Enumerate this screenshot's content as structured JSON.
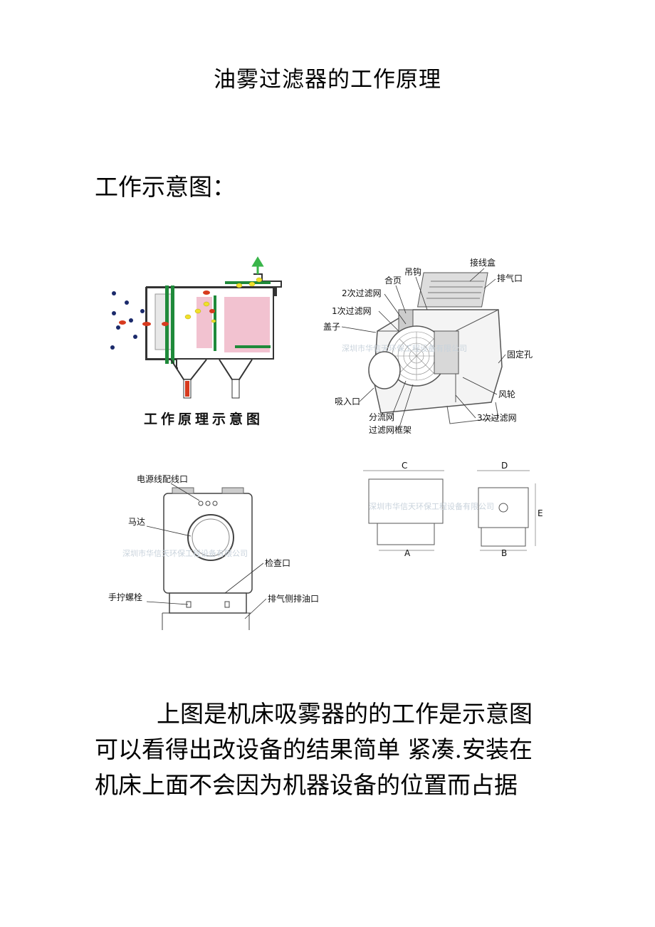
{
  "document": {
    "title": "油雾过滤器的工作原理",
    "subheading": "工作示意图：",
    "paragraph_lines": [
      "上图是机床吸雾器的的工作是示意图",
      "可以看得出改设备的结果简单 紧凑.安装在",
      "机床上面不会因为机器设备的位置而占据"
    ]
  },
  "figure": {
    "schematic_caption": "工作原理示意图",
    "exploded_labels": {
      "hook": "吊钩",
      "junction_box": "接线盒",
      "hinge": "合页",
      "exhaust": "排气口",
      "filter2": "2次过滤网",
      "filter1": "1次过滤网",
      "cover": "盖子",
      "fixing_hole": "固定孔",
      "fan_wheel": "风轮",
      "intake": "吸入口",
      "splitter": "分流网",
      "filter3": "3次过滤网",
      "filter_frame": "过滤网框架"
    },
    "front_labels": {
      "power_port": "电源线配线口",
      "motor": "马达",
      "inspection": "检查口",
      "hand_bolt": "手拧螺栓",
      "drain": "排气侧排油口"
    },
    "watermark": "深圳市华信天环保工程设备有限公司",
    "dimension_letters": [
      "C",
      "D",
      "E",
      "A",
      "B"
    ],
    "colors": {
      "filter_green": "#1f8a3a",
      "mist_pink": "#f2c2d0",
      "oil_red": "#d73a1e",
      "droplet_yellow": "#f0e02a",
      "particle_navy": "#1b2a6b",
      "arrow_green": "#39b54a"
    }
  }
}
